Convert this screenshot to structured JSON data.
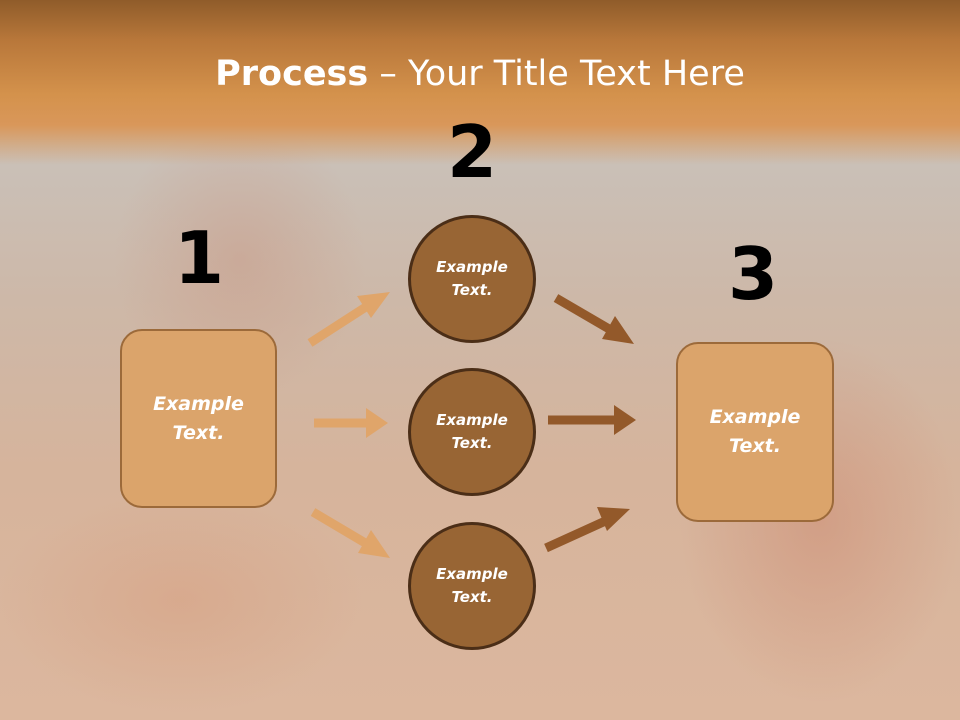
{
  "title": {
    "bold": "Process",
    "rest": " – Your Title Text Here"
  },
  "steps": {
    "num1": "1",
    "num2": "2",
    "num3": "3"
  },
  "boxes": {
    "left": "Example\nText.",
    "right": "Example\nText."
  },
  "circles": [
    "Example\nText.",
    "Example\nText.",
    "Example\nText."
  ],
  "colors": {
    "header": "#d4924c",
    "box_fill": "#dba46b",
    "circle_fill": "#986534",
    "arrow_light": "#e0a56a",
    "arrow_dark": "#93592a"
  }
}
